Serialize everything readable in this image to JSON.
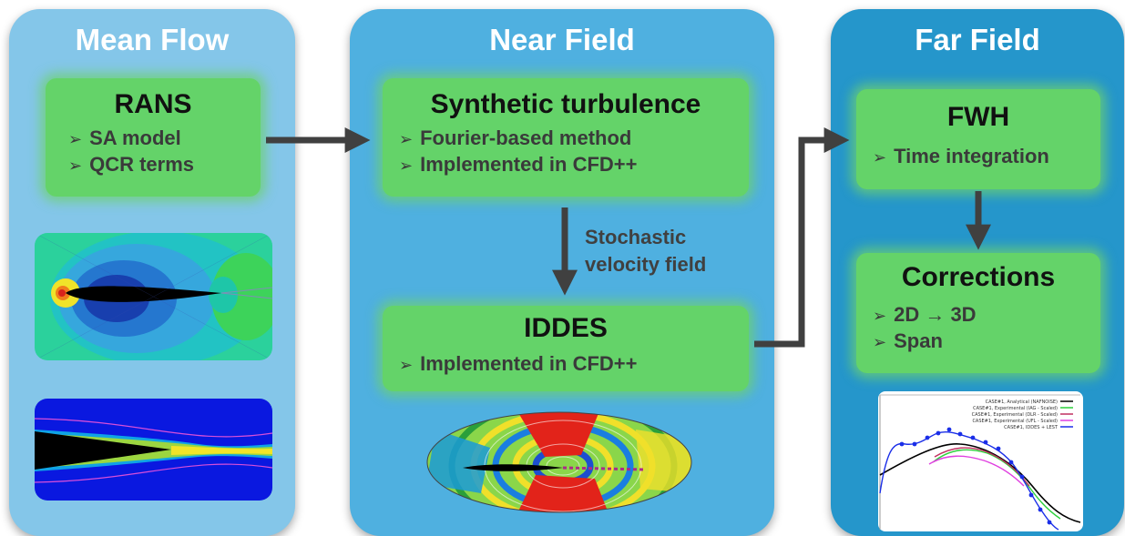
{
  "panels": {
    "mean_flow": {
      "title": "Mean Flow",
      "box": {
        "title": "RANS",
        "items": [
          "SA model",
          "QCR terms"
        ]
      }
    },
    "near_field": {
      "title": "Near Field",
      "box1": {
        "title": "Synthetic turbulence",
        "items": [
          "Fourier-based method",
          "Implemented in CFD++"
        ]
      },
      "arrow_label": [
        "Stochastic",
        "velocity field"
      ],
      "box2": {
        "title": "IDDES",
        "items": [
          "Implemented in CFD++"
        ]
      }
    },
    "far_field": {
      "title": "Far Field",
      "box1": {
        "title": "FWH",
        "items": [
          "Time integration"
        ]
      },
      "box2": {
        "title": "Corrections",
        "items": [
          "2D → 3D",
          "Span"
        ]
      }
    }
  },
  "plot_legend": [
    "CASE#1, Analytical (NAFNOISE)",
    "CASE#1, Experimental (IAG - Scaled)",
    "CASE#1, Experimental (DLR - Scaled)",
    "CASE#1, Experimental (UFL - Scaled)",
    "CASE#1, IDDES + LEST"
  ],
  "colors": {
    "mean_panel": "#84c6e9",
    "near_panel": "#4fb0e0",
    "far_panel": "#2596cb",
    "green_box": "#64d369",
    "arrow": "#404040"
  },
  "icons": {
    "bullet": "arrowhead-bullet-icon"
  }
}
